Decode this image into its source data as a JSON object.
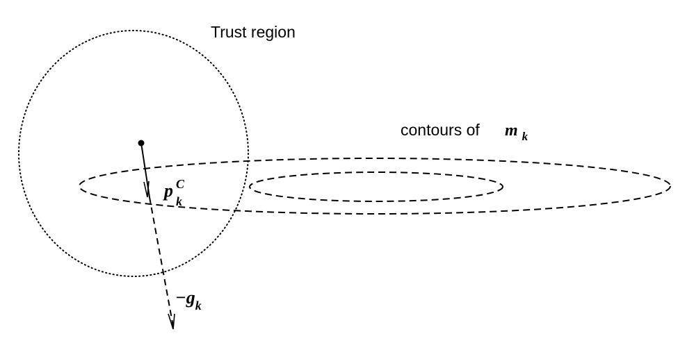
{
  "diagram": {
    "trust_region_label": "Trust region",
    "contours_label": "contours of",
    "model_symbol": "m",
    "model_subscript": "k",
    "cauchy_step_symbol": "p",
    "cauchy_step_superscript": "C",
    "cauchy_step_subscript": "k",
    "gradient_prefix": "−",
    "gradient_symbol": "g",
    "gradient_subscript": "k"
  },
  "colors": {
    "ink": "#000000",
    "background": "#ffffff"
  }
}
